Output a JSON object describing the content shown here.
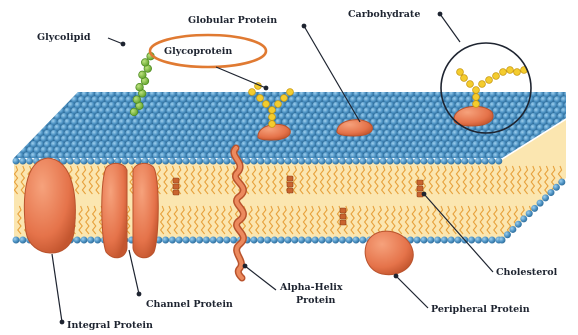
{
  "labels": {
    "glycolipid": "Glycolipid",
    "glycoprotein": "Glycoprotein",
    "globular_protein": "Globular Protein",
    "carbohydrate": "Carbohydrate",
    "cholesterol": "Cholesterol",
    "peripheral_protein": "Peripheral Protein",
    "alpha_helix_line1": "Alpha-Helix",
    "alpha_helix_line2": "Protein",
    "channel_protein": "Channel Protein",
    "integral_protein": "Integral Protein"
  },
  "colors": {
    "lipid_head": "#3f86b8",
    "lipid_head_highlight": "#8cc3e6",
    "lipid_tail": "#e7a23e",
    "core": "#fbe6b0",
    "protein": "#e8774d",
    "protein_dark": "#b9532d",
    "sugar": "#f4cc2e",
    "sugar_stroke": "#c99a12",
    "glycolipid_chain": "#7cbf3a",
    "annotation_ellipse": "#e07a32",
    "text": "#1e2430"
  }
}
